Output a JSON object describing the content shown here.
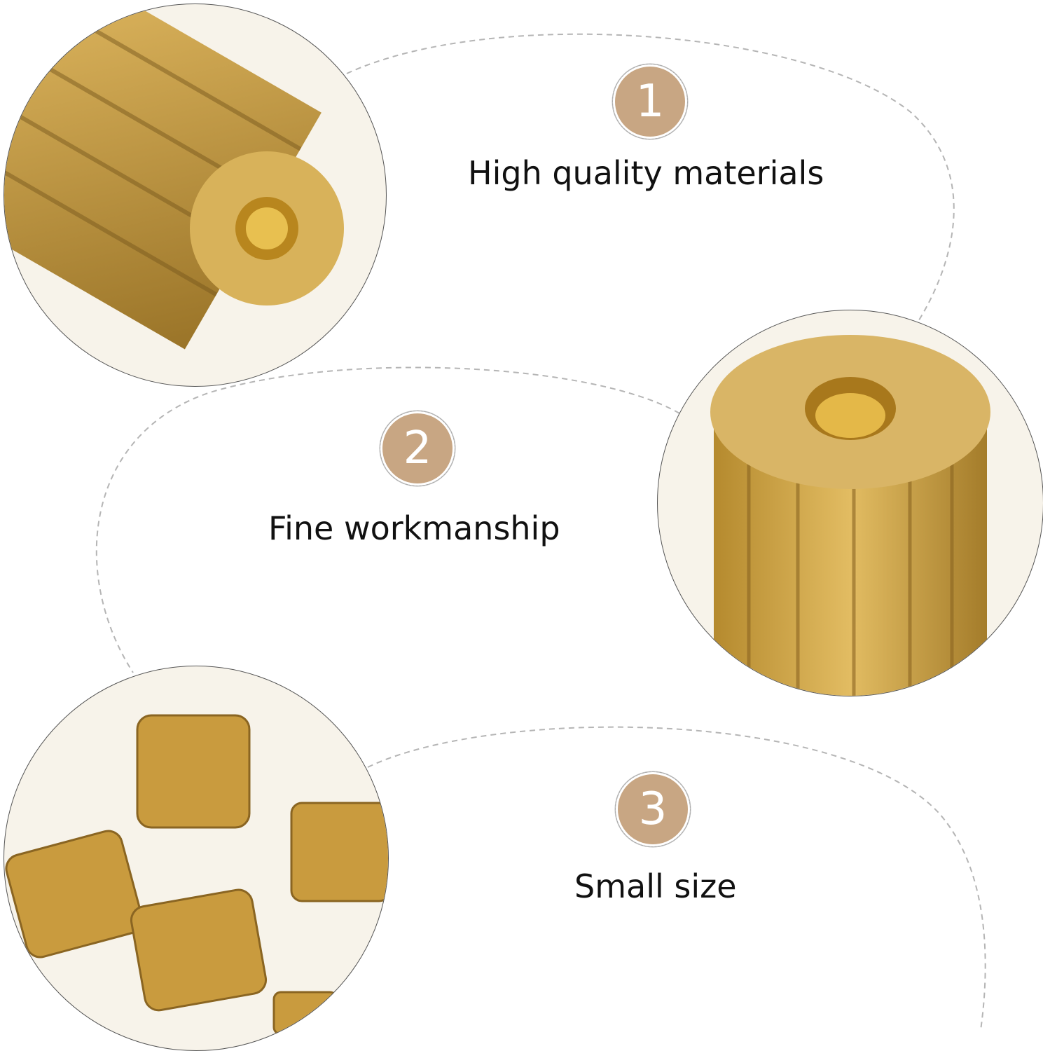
{
  "colors": {
    "badge": "#c8a683",
    "brass": "#c9a046",
    "dash": "#b5b5b5"
  },
  "features": [
    {
      "number": "1",
      "text": "High quality materials"
    },
    {
      "number": "2",
      "text": "Fine workmanship"
    },
    {
      "number": "3",
      "text": "Small size"
    }
  ]
}
